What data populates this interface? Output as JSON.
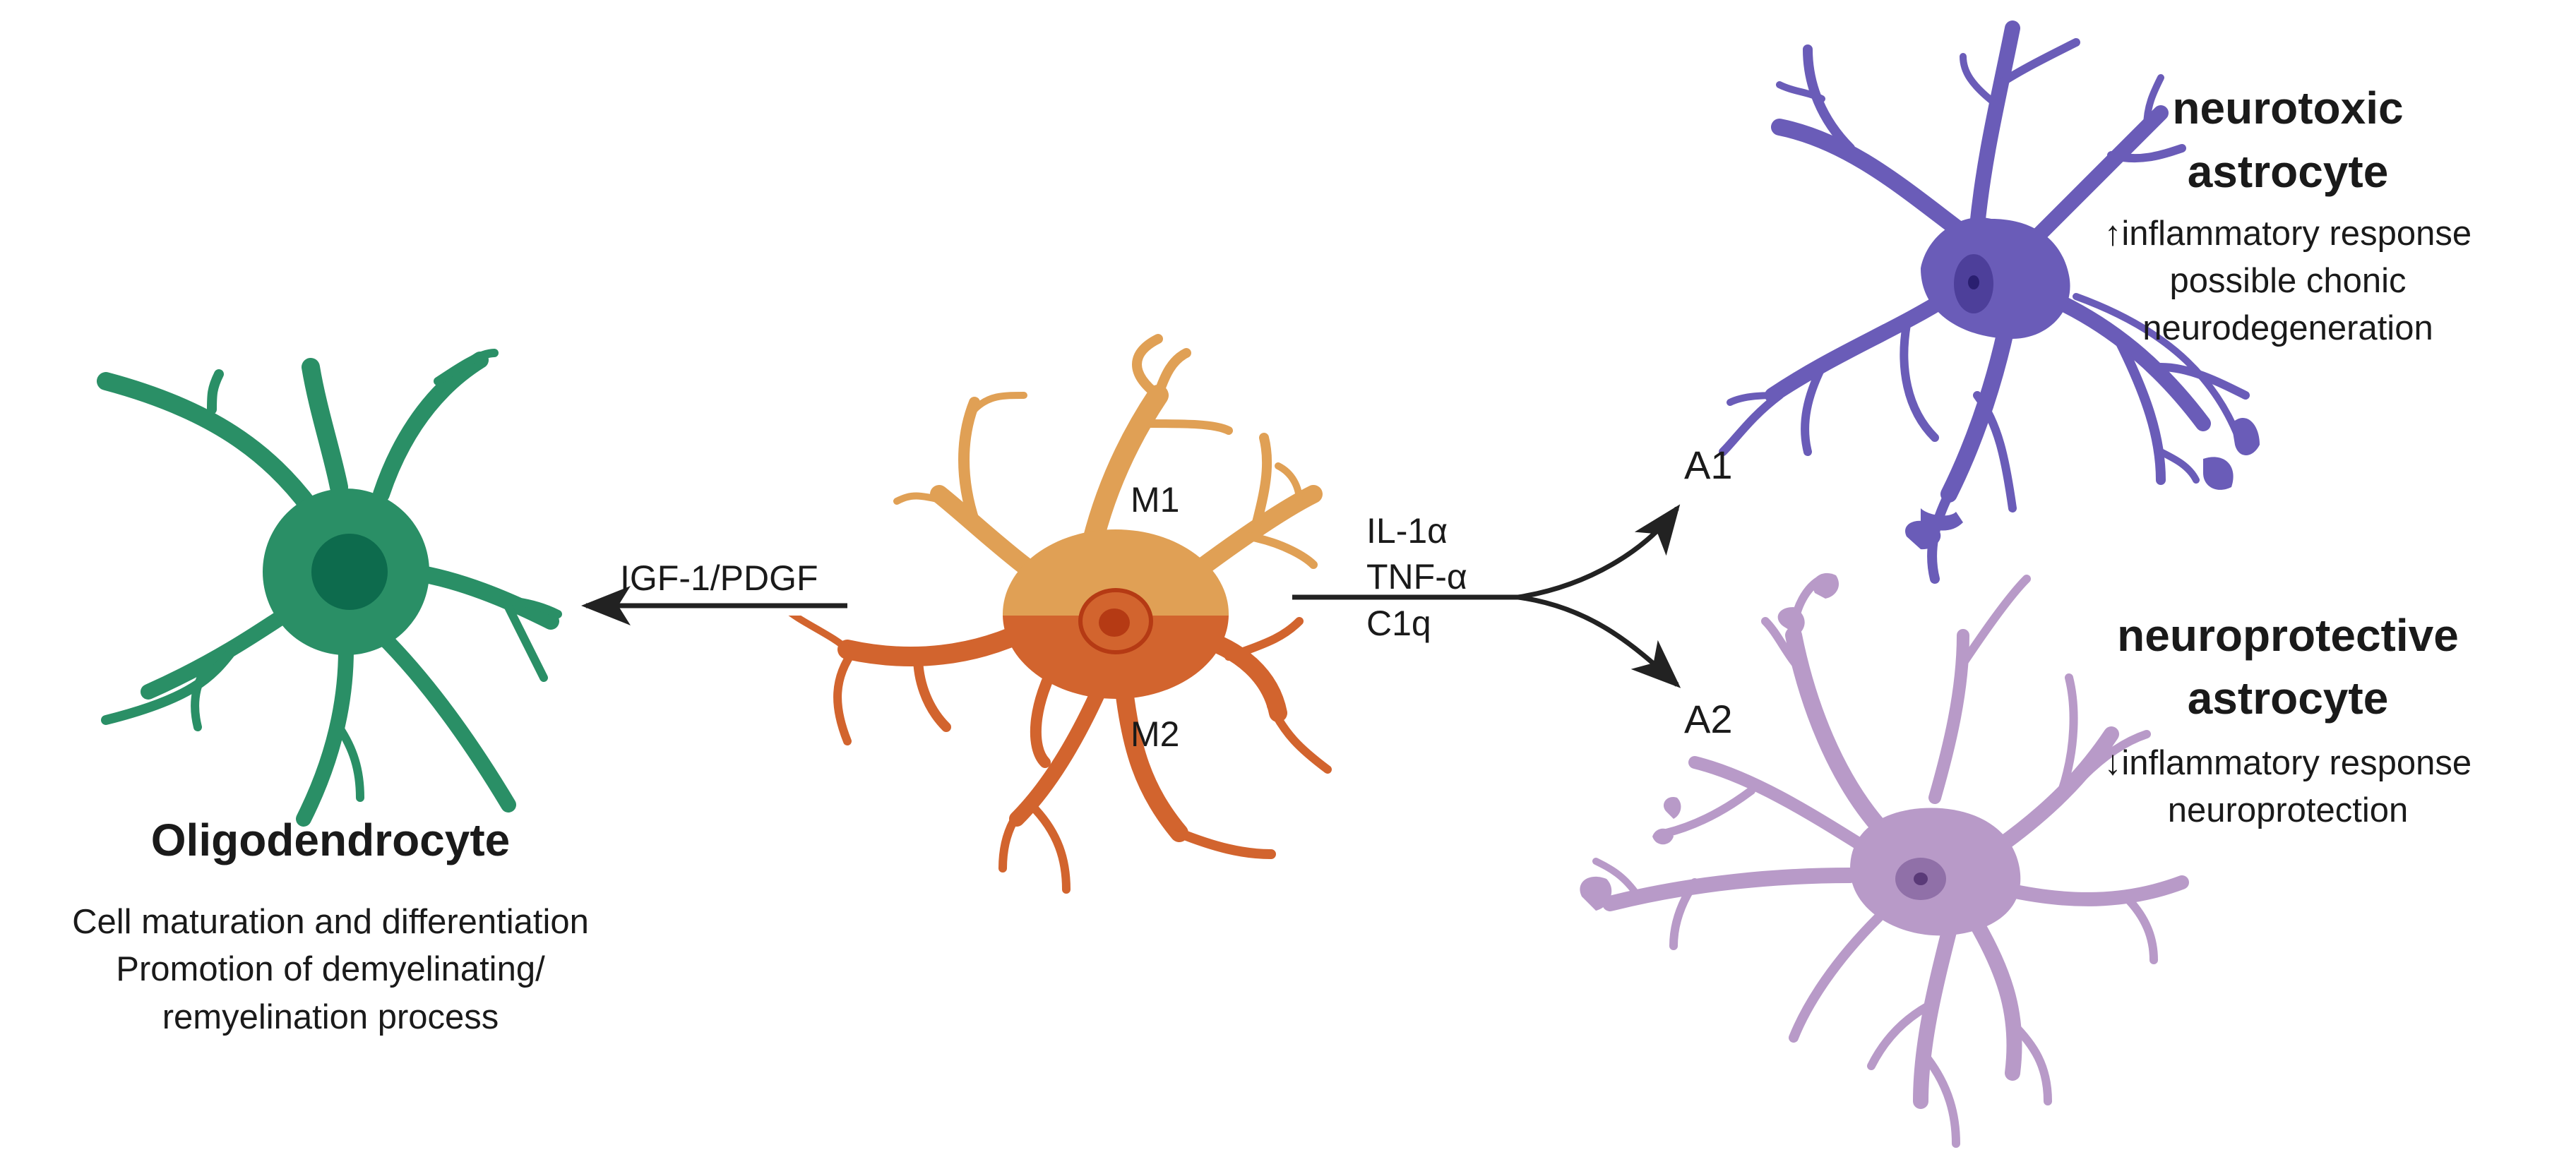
{
  "diagram": {
    "colors": {
      "oligodendrocyte": "#2a8f66",
      "oligodendrocyte_nucleus": "#0d6b4d",
      "microglia_m1": "#e0a055",
      "microglia_m2": "#d2642e",
      "microglia_nucleus": "#b53a14",
      "astrocyte_a1": "#6a5cb8",
      "astrocyte_a1_nucleus": "#4d3f9a",
      "astrocyte_a2": "#b89ac8",
      "astrocyte_a2_nucleus": "#9070a8",
      "arrow": "#222222"
    },
    "oligodendrocyte": {
      "title": "Oligodendrocyte",
      "desc_line1": "Cell maturation and differentiation",
      "desc_line2": "Promotion of demyelinating/",
      "desc_line3": "remyelination process"
    },
    "microglia": {
      "m1_label": "M1",
      "m2_label": "M2"
    },
    "left_arrow": {
      "label": "IGF-1/PDGF"
    },
    "right_arrows": {
      "cytokine1": "IL-1α",
      "cytokine2": "TNF-α",
      "cytokine3": "C1q",
      "a1_label": "A1",
      "a2_label": "A2"
    },
    "a1": {
      "title_line1": "neurotoxic",
      "title_line2": "astrocyte",
      "desc_line1": "↑inflammatory response",
      "desc_line2": "possible chonic",
      "desc_line3": "neurodegeneration"
    },
    "a2": {
      "title_line1": "neuroprotective",
      "title_line2": "astrocyte",
      "desc_line1": "↓inflammatory response",
      "desc_line2": "neuroprotection"
    }
  }
}
